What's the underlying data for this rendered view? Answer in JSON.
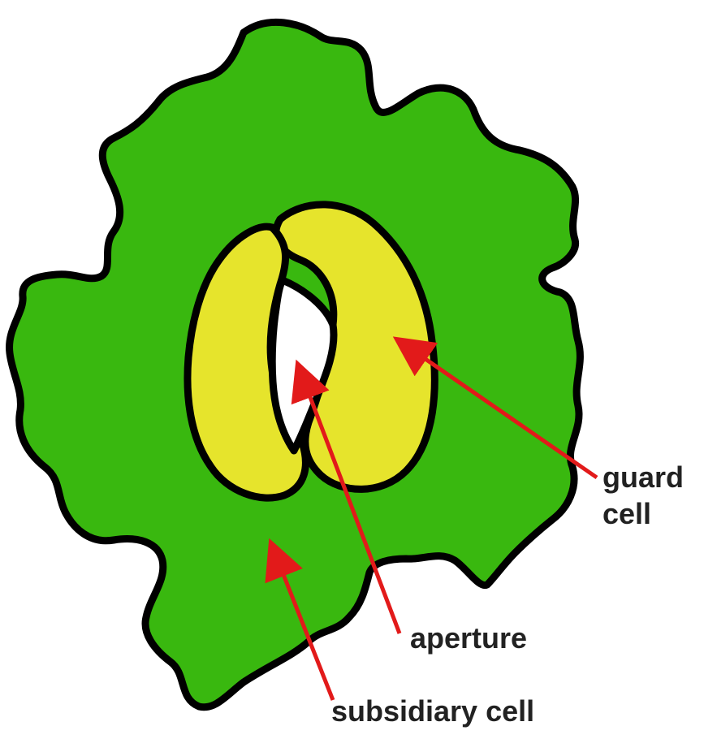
{
  "diagram": {
    "colors": {
      "subsidiary_fill": "#39b80f",
      "guard_fill": "#e6e42c",
      "aperture_fill": "#ffffff",
      "outline": "#000000",
      "arrow": "#e21a1a",
      "label_text": "#222222"
    },
    "labels": {
      "guard_line1": "guard",
      "guard_line2": "cell",
      "aperture": "aperture",
      "subsidiary": "subsidiary cell"
    }
  }
}
